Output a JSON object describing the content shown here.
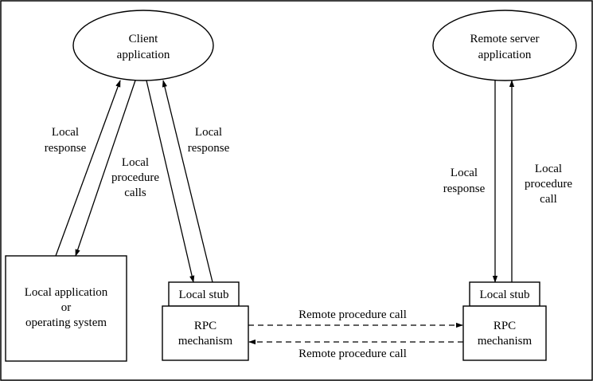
{
  "nodes": {
    "client": [
      "Client",
      "application"
    ],
    "remote_server": [
      "Remote server",
      "application"
    ],
    "local_app": [
      "Local application",
      "or",
      "operating system"
    ],
    "client_stub": "Local stub",
    "client_rpc": [
      "RPC",
      "mechanism"
    ],
    "server_stub": "Local stub",
    "server_rpc": [
      "RPC",
      "mechanism"
    ]
  },
  "edges": {
    "local_response_left": [
      "Local",
      "response"
    ],
    "local_procedure_calls": [
      "Local",
      "procedure",
      "calls"
    ],
    "local_response_stub": [
      "Local",
      "response"
    ],
    "server_local_response": [
      "Local",
      "response"
    ],
    "server_local_procedure_call": [
      "Local",
      "procedure",
      "call"
    ],
    "remote_call_top": "Remote procedure call",
    "remote_call_bottom": "Remote procedure call"
  }
}
